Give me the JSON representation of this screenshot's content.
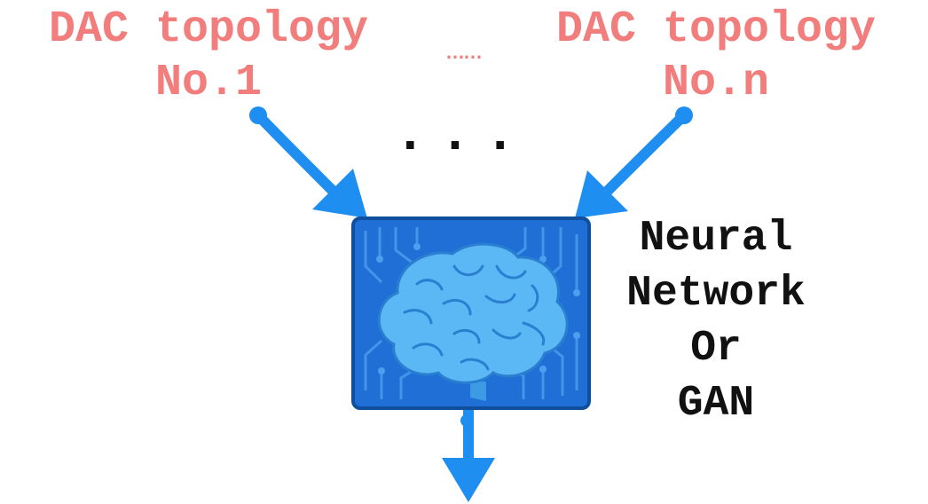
{
  "inputs": [
    {
      "line1": "DAC topology",
      "line2": "No.1"
    },
    {
      "line1": "DAC topology",
      "line2": "No.n"
    }
  ],
  "small_ellipsis": "……",
  "big_ellipsis": "...",
  "model_label": [
    "Neural",
    "Network",
    "Or",
    "GAN"
  ],
  "colors": {
    "label_text": "#f27d7d",
    "arrow": "#1e8ff0",
    "chip_bg": "#1f6fd6",
    "chip_dark": "#155bb3",
    "brain": "#5cb8f5",
    "brain_line": "#2b7fd0"
  },
  "icons": {
    "processor": "brain-chip-icon"
  }
}
